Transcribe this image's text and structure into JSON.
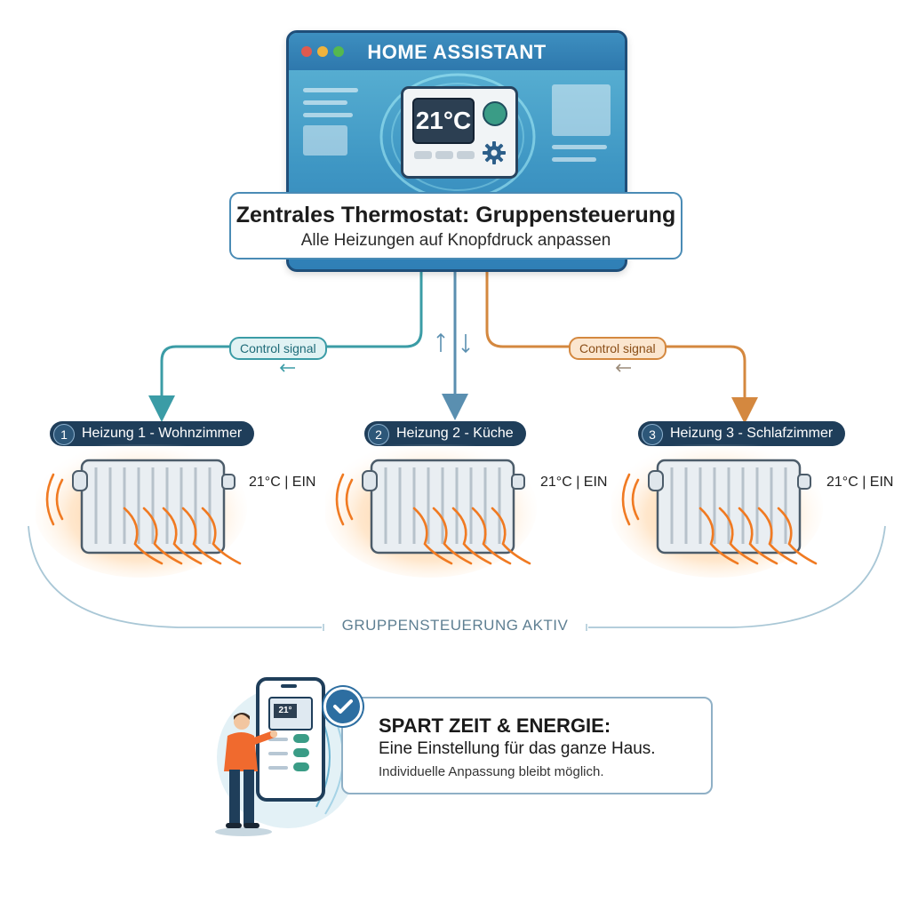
{
  "window": {
    "title": "HOME ASSISTANT",
    "dot_colors": [
      "#e05a4f",
      "#f0b33c",
      "#55b84f"
    ]
  },
  "thermostat": {
    "display": "21°C",
    "icons": [
      "knob-icon",
      "gear-icon"
    ]
  },
  "header": {
    "title": "Zentrales Thermostat: Gruppensteuerung",
    "subtitle": "Alle Heizungen auf Knopfdruck anpassen"
  },
  "signals": {
    "left_label": "Control signal",
    "right_label": "Control signal",
    "left_color": "#3b9ca6",
    "center_color": "#5a8fb0",
    "right_color": "#d4883f"
  },
  "heaters": [
    {
      "number": "1",
      "name": "Heizung 1 - Wohnzimmer",
      "status": "21°C | EIN"
    },
    {
      "number": "2",
      "name": "Heizung 2 - Küche",
      "status": "21°C | EIN"
    },
    {
      "number": "3",
      "name": "Heizung 3 - Schlafzimmer",
      "status": "21°C | EIN"
    }
  ],
  "group": {
    "label": "GRUPPENSTEUERUNG AKTIV"
  },
  "phone": {
    "display": "21°"
  },
  "info": {
    "title": "SPART ZEIT & ENERGIE:",
    "line1": "Eine Einstellung für das ganze Haus.",
    "line2": "Individuelle Anpassung bleibt möglich."
  },
  "colors": {
    "navy": "#1f3e5a",
    "heat": "#f08a2a",
    "accent_blue": "#2d6ea1"
  }
}
